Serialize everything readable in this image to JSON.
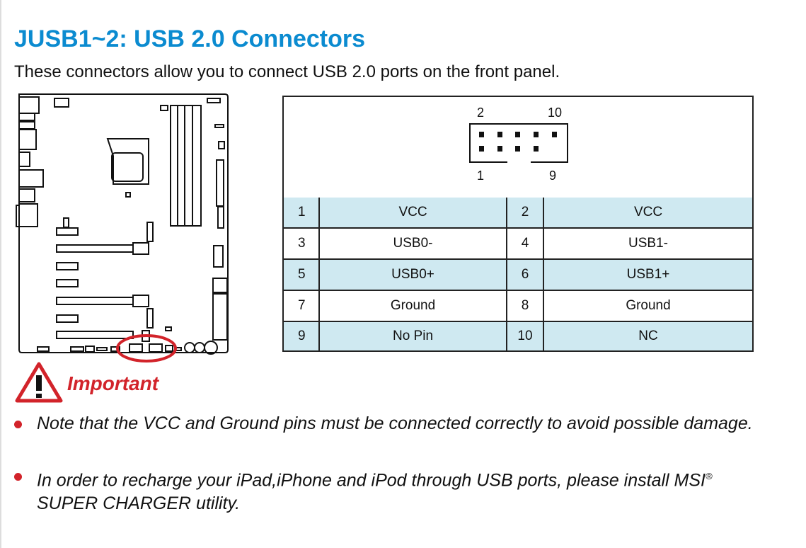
{
  "title": "JUSB1~2: USB 2.0 Connectors",
  "intro": "These connectors allow you to connect USB 2.0 ports on the front panel.",
  "connector": {
    "top_left": "2",
    "top_right": "10",
    "bottom_left": "1",
    "bottom_right": "9"
  },
  "pins": [
    {
      "a": "1",
      "a_sig": "VCC",
      "b": "2",
      "b_sig": "VCC"
    },
    {
      "a": "3",
      "a_sig": "USB0-",
      "b": "4",
      "b_sig": "USB1-"
    },
    {
      "a": "5",
      "a_sig": "USB0+",
      "b": "6",
      "b_sig": "USB1+"
    },
    {
      "a": "7",
      "a_sig": "Ground",
      "b": "8",
      "b_sig": "Ground"
    },
    {
      "a": "9",
      "a_sig": "No Pin",
      "b": "10",
      "b_sig": "NC"
    }
  ],
  "important": {
    "label": "Important",
    "notes": [
      {
        "text": "Note that the VCC and Ground pins must be connected correctly to avoid possible damage."
      },
      {
        "text_before": "In order to recharge your iPad,iPhone and iPod through USB ports, please install MSI",
        "sup": "®",
        "text_after": " SUPER CHARGER utility."
      }
    ]
  },
  "colors": {
    "title": "#0b8bd0",
    "accent_red": "#d2232a",
    "row_shade": "#cfe9f1"
  }
}
